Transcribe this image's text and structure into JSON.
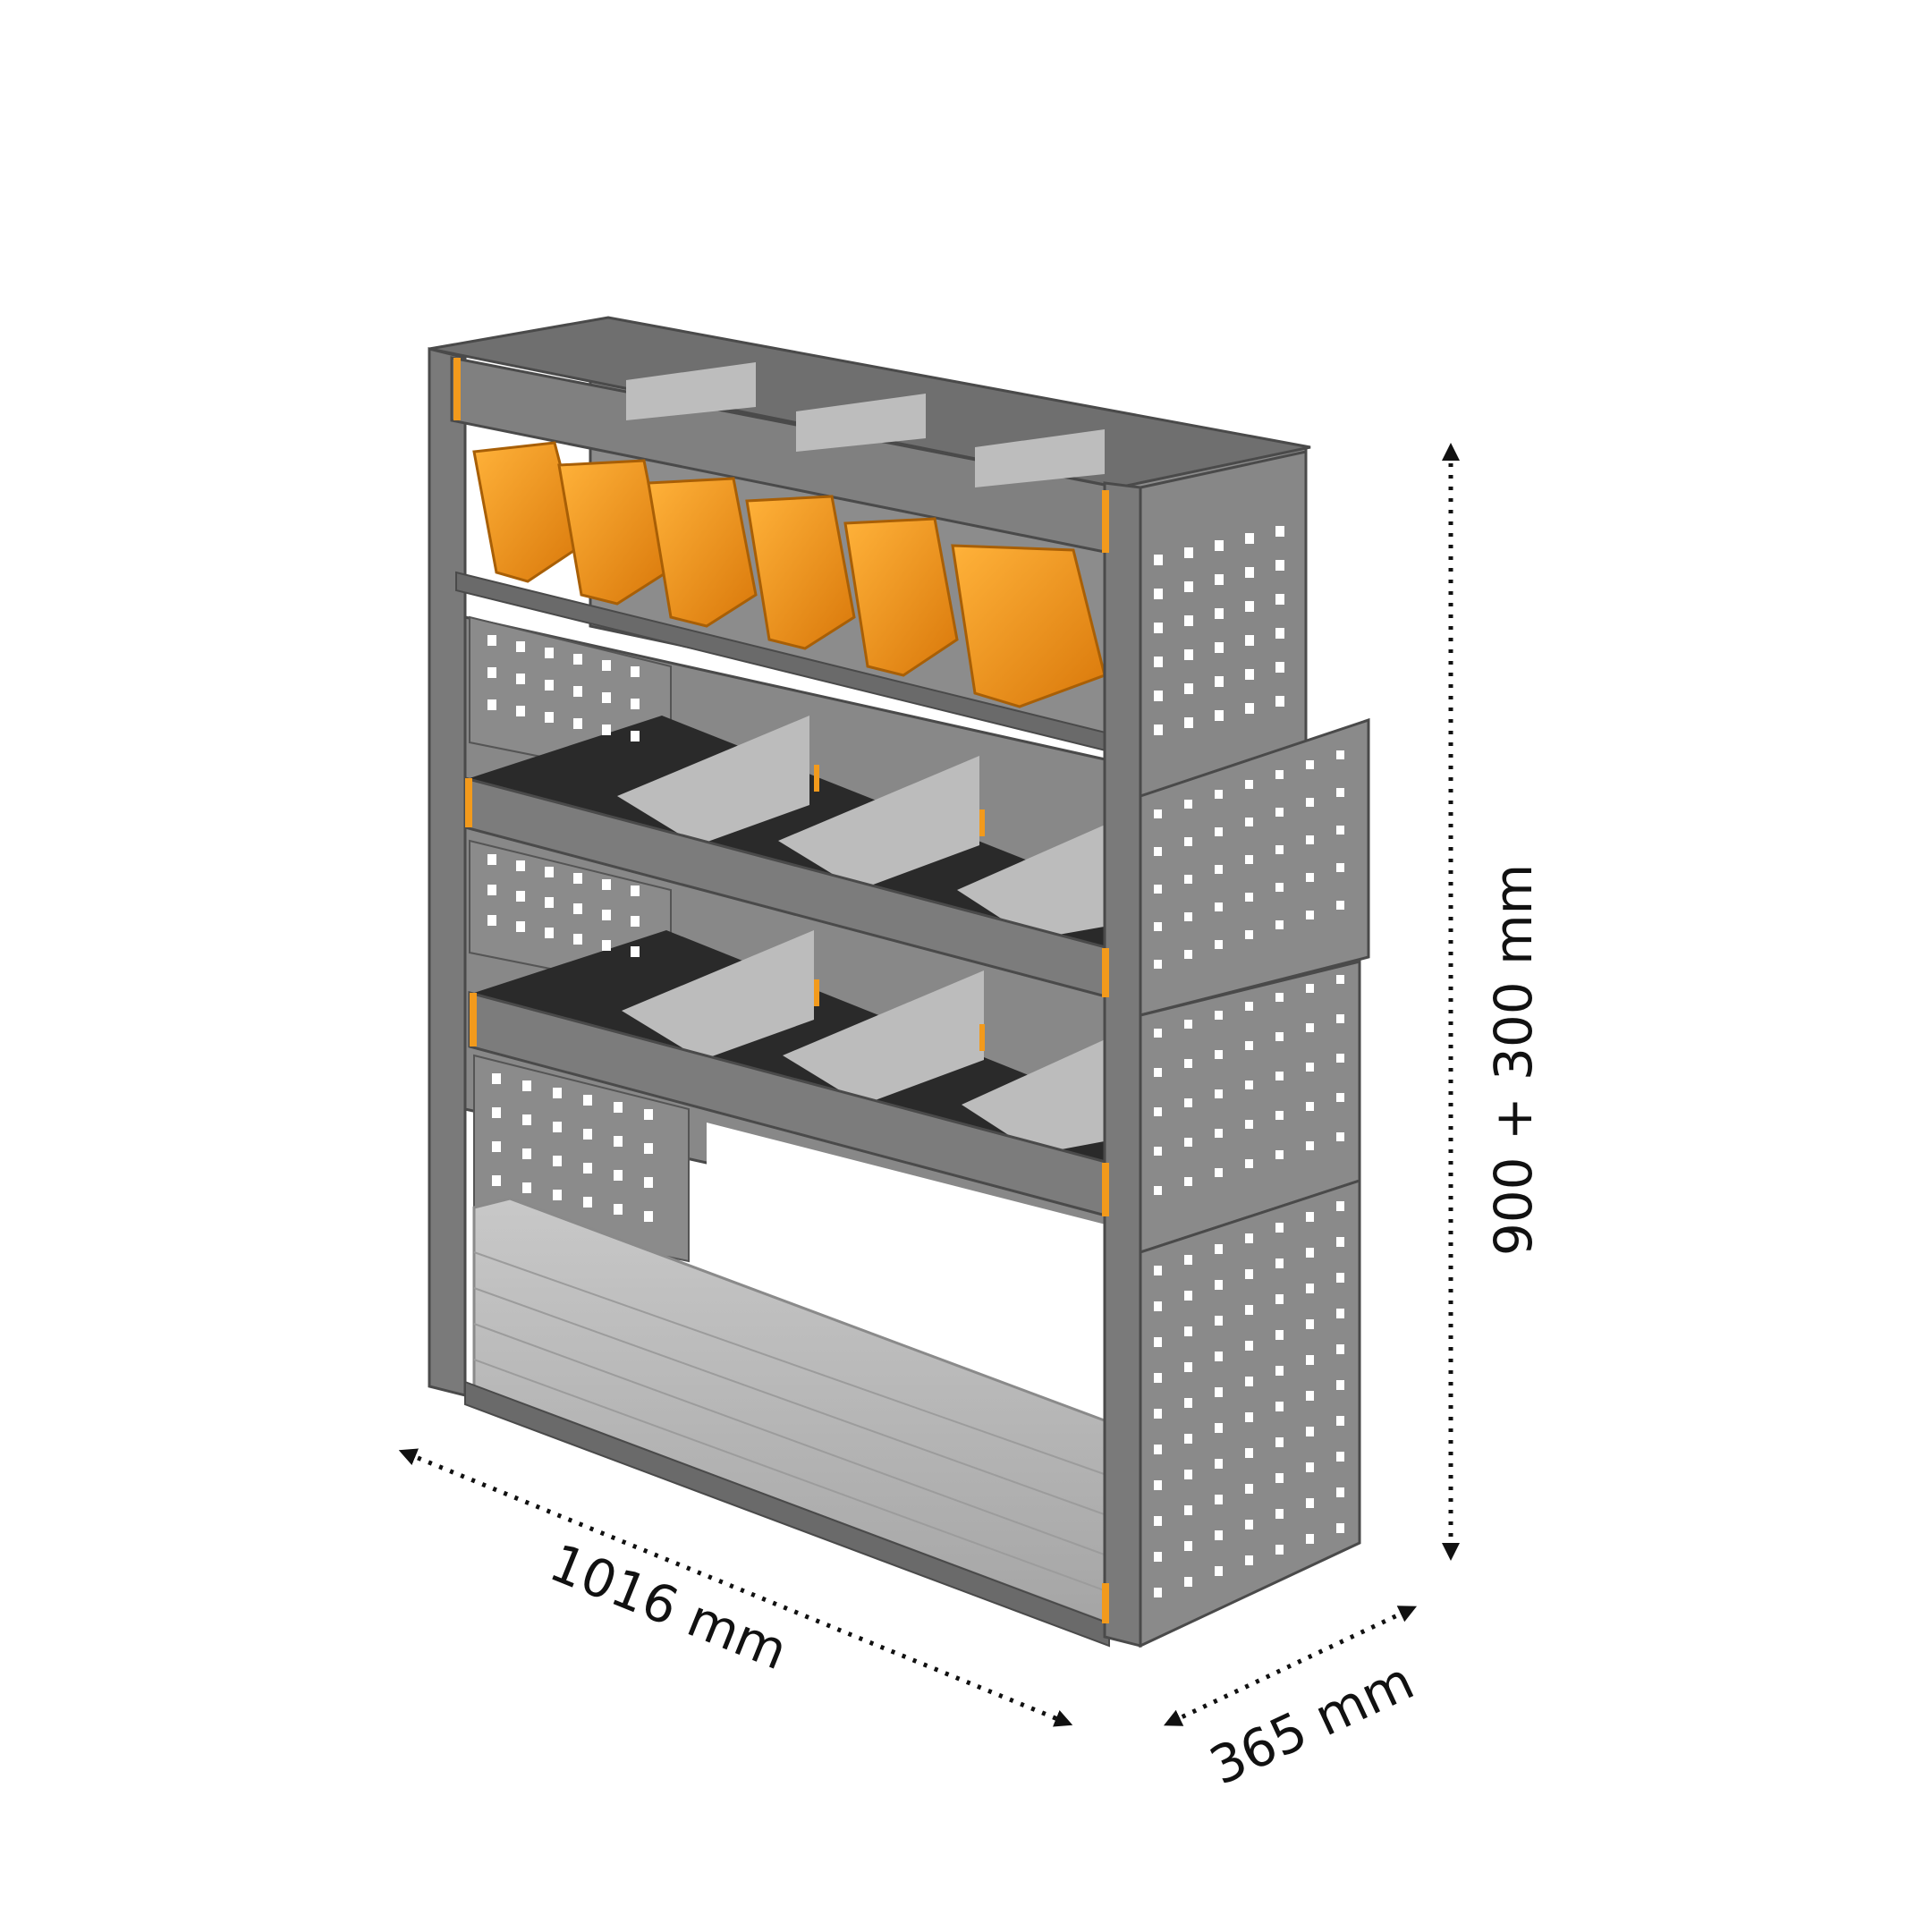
{
  "diagram": {
    "subject": "van-shelving-unit",
    "colors": {
      "frame": "#7d7d7d",
      "frame_dark": "#5f5f5f",
      "frame_edge": "#4a4a4a",
      "panel": "#8a8a8a",
      "divider": "#bcbcbc",
      "bin": "#f29a1c",
      "bin_dark": "#c8740c",
      "accent": "#f29a1c",
      "roller_door": "#b9b9b9",
      "hole": "#ffffff",
      "dimension_line": "#111111"
    },
    "dimensions": {
      "width": "1016 mm",
      "depth": "365 mm",
      "height": "900 + 300 mm"
    }
  }
}
